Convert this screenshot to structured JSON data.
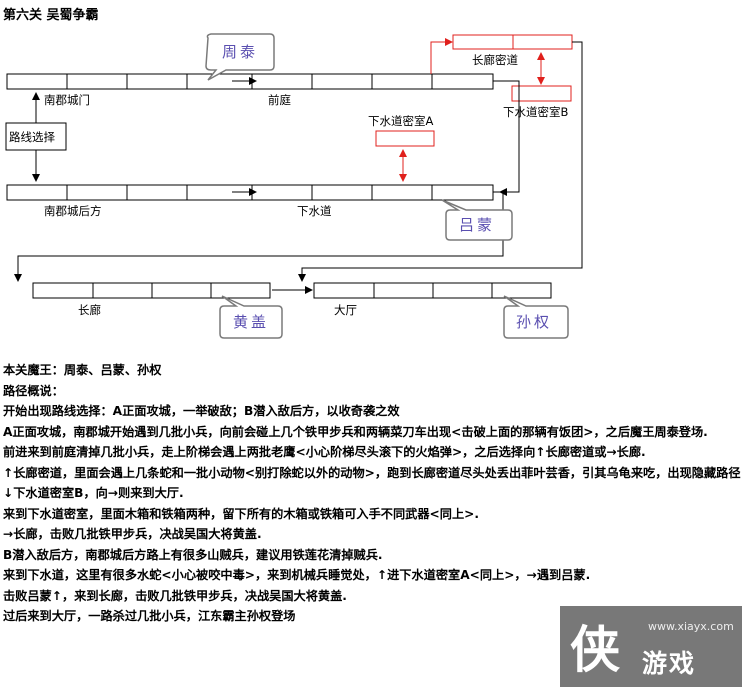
{
  "title": "第六关 吴蜀争霸",
  "diagram": {
    "labels": {
      "nanjun_gate": "南郡城门",
      "qianting": "前庭",
      "nanjun_rear": "南郡城后方",
      "xiashuidao": "下水道",
      "mima": "下水道密室A",
      "mimb": "下水道密室B",
      "changlang_mi": "长廊密道",
      "route_select": "路线选择",
      "changlang": "长廊",
      "dating": "大厅"
    },
    "bosses": {
      "zhoutai": "周泰",
      "lvmeng": "吕蒙",
      "huanggai": "黄盖",
      "sunquan": "孙权"
    }
  },
  "body": {
    "line1": "本关魔王：周泰、吕蒙、孙权",
    "line2": "路径概说：",
    "line3": "开始出现路线选择：A正面攻城，一举破敌；B潜入敌后方，以收奇袭之效",
    "line4": "A正面攻城，南郡城开始遇到几批小兵，向前会碰上几个铁甲步兵和两辆菜刀车出现<击破上面的那辆有饭团>，之后魔王周泰登场.",
    "line5": "前进来到前庭清掉几批小兵，走上阶梯会遇上两批老鹰<小心阶梯尽头滚下的火焰弹>，之后选择向↑长廊密道或→长廊.",
    "line6": "↑长廊密道，里面会遇上几条蛇和一批小动物<别打除蛇以外的动物>，跑到长廊密道尽头处丢出菲叶芸香，引其乌龟来吃，出现隐藏路径↓下水道密室B，向→则来到大厅.",
    "line7": "来到下水道密室，里面木箱和铁箱两种，留下所有的木箱或铁箱可入手不同武器<同上>.",
    "line8": "→长廊，击败几批铁甲步兵，决战吴国大将黄盖.",
    "line9": "B潜入敌后方，南郡城后方路上有很多山贼兵，建议用铁莲花清掉贼兵.",
    "line10": "来到下水道，这里有很多水蛇<小心被咬中毒>，来到机械兵睡觉处，↑进下水道密室A<同上>，→遇到吕蒙.",
    "line11": "击败吕蒙↑，来到长廊，击败几批铁甲步兵，决战吴国大将黄盖.",
    "line12": "过后来到大厅，一路杀过几批小兵，江东霸主孙权登场"
  },
  "watermark": {
    "url": "www.xiayx.com",
    "logo": "侠",
    "text": "游戏"
  },
  "colors": {
    "box_border": "#000000",
    "red": "#e0201c",
    "bubble_border": "#7a7a7a",
    "bubble_text": "#5a4fb0"
  }
}
